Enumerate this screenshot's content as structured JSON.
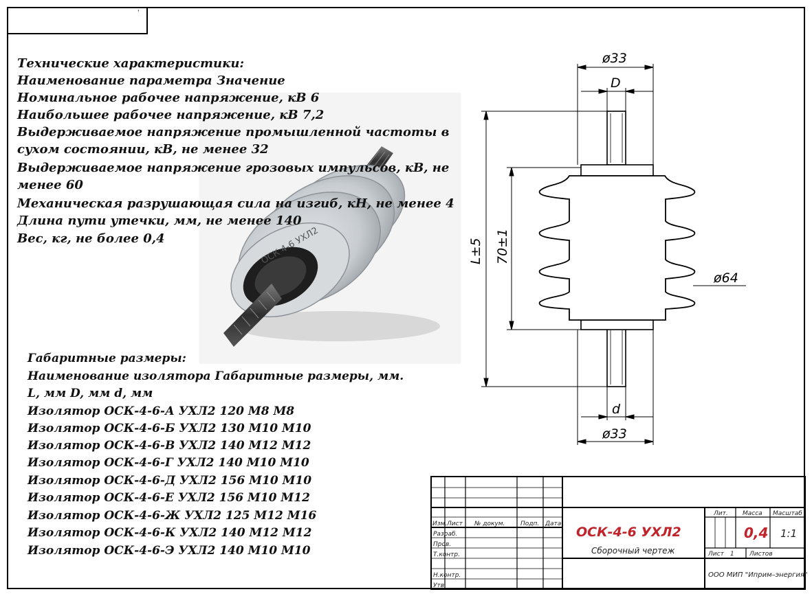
{
  "corner_stamp": "'",
  "specs": {
    "heading": "Технические характеристики:",
    "table_header": "Наименование параметра   Значение",
    "lines": [
      "Номинальное рабочее напряжение, кВ 6",
      "Наибольшее рабочее напряжение, кВ 7,2",
      "Выдерживаемое напряжение промышленной частоты в",
      "сухом состоянии, кВ, не менее 32",
      "Выдерживаемое напряжение грозовых импульсов, кВ, не",
      "менее  60",
      "Механическая разрушающая сила на изгиб, кН, не менее 4",
      "Длина пути утечки, мм, не менее 140",
      "Вес, кг, не более  0,4"
    ]
  },
  "photo": {
    "marking": "ОСК 4-6 УХЛ2"
  },
  "dimensions": {
    "heading": "Габаритные размеры:",
    "table_header": "Наименование изолятора  Габаритные размеры, мм.",
    "columns_line": "L, мм  D, мм  d, мм",
    "rows": [
      "Изолятор ОСК-4-6-А УХЛ2   120  М8  М8",
      "Изолятор ОСК-4-6-Б УХЛ2 130  М10  М10",
      "Изолятор ОСК-4-6-В УХЛ2   140  М12  М12",
      "Изолятор ОСК-4-6-Г УХЛ2 140  М10  М10",
      "Изолятор ОСК-4-6-Д УХЛ2   156  М10  М10",
      "Изолятор ОСК-4-6-Е УХЛ2   156  М10  М12",
      "Изолятор ОСК-4-6-Ж УХЛ2  125  М12  М16",
      "Изолятор ОСК-4-6-К УХЛ2   140  М12  М12",
      "Изолятор ОСК-4-6-Э УХЛ2   140  М10  М10"
    ]
  },
  "drawing": {
    "dim_top_diameter": "ø33",
    "dim_thread_top": "D",
    "dim_length": "L±5",
    "dim_body": "70±1",
    "dim_shed_diameter": "ø64",
    "dim_thread_bottom": "d",
    "dim_bottom_diameter": "ø33"
  },
  "title_block": {
    "col_izm": "Изм.",
    "col_list": "Лист",
    "col_doc": "№ докум.",
    "col_sign": "Подп.",
    "col_date": "Дата",
    "row_razrab": "Разраб.",
    "row_prov": "Пров.",
    "row_tkontr": "Т.контр.",
    "row_nkontr": "Н.контр.",
    "row_utv": "Утв.",
    "designation": "ОСК-4-6 УХЛ2",
    "doc_type": "Сборочный чертеж",
    "lit_header": "Лит.",
    "mass_header": "Масса",
    "scale_header": "Масштаб",
    "mass_value": "0,4",
    "scale_value": "1:1",
    "sheet_label": "Лист",
    "sheet_number": "1",
    "sheets_label": "Листов",
    "organization": "ООО МИП \"Иприм–энергия\""
  },
  "colors": {
    "line": "#000000",
    "designation": "#c0232a",
    "porcelain": "#c9ced2",
    "metal": "#4a4a4a"
  }
}
